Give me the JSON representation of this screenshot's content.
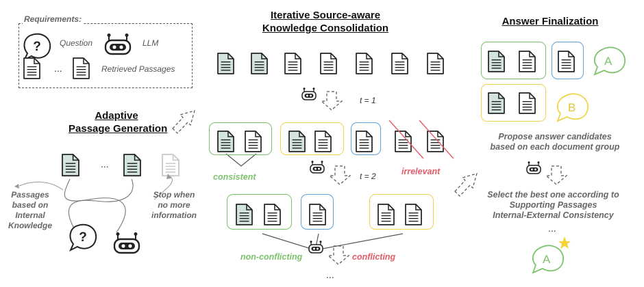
{
  "requirements": {
    "title": "Requirements:",
    "question": "Question",
    "llm": "LLM",
    "ellipsis": "...",
    "passages": "Retrieved Passages"
  },
  "adaptive": {
    "title_line1": "Adaptive",
    "title_line2": "Passage Generation",
    "ellipsis": "...",
    "left_note_1": "Passages",
    "left_note_2": "based on",
    "left_note_3": "Internal",
    "left_note_4": "Knowledge",
    "right_note_1": "Stop when",
    "right_note_2": "no more",
    "right_note_3": "information"
  },
  "iterative": {
    "title_line1": "Iterative Source-aware",
    "title_line2": "Knowledge Consolidation",
    "t1": "t = 1",
    "t2": "t = 2",
    "consistent": "consistent",
    "irrelevant": "irrelevant",
    "non_conflicting": "non-conflicting",
    "conflicting": "conflicting",
    "ellipsis": "..."
  },
  "final": {
    "title": "Answer Finalization",
    "answer_a": "A",
    "answer_b": "B",
    "propose_1": "Propose answer candidates",
    "propose_2": "based on each document group",
    "select_1": "Select the best one according to",
    "select_2": "Supporting Passages",
    "select_3": "Internal-External Consistency",
    "ellipsis": "...",
    "final_answer": "A"
  },
  "colors": {
    "green": "#7cc36b",
    "yellow": "#f0d44c",
    "blue": "#5aa2dc",
    "red": "#e35b66",
    "doc_teal": "#d3e3df"
  }
}
